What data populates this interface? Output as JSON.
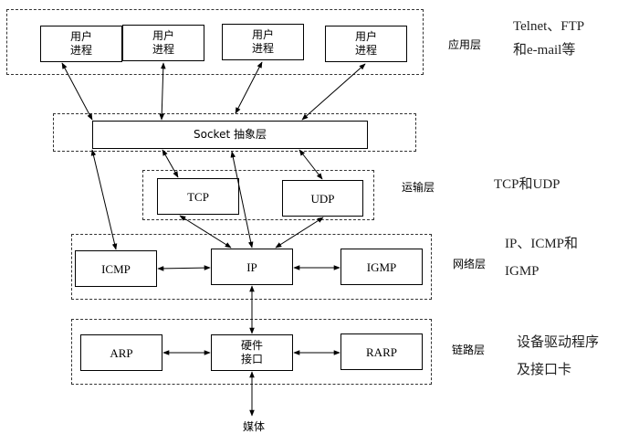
{
  "layers": [
    {
      "name": "应用层",
      "note": [
        "Telnet、FTP",
        "和e-mail等"
      ]
    },
    {
      "name": "运输层",
      "note": [
        "TCP和UDP"
      ]
    },
    {
      "name": "网络层",
      "note": [
        "IP、ICMP和",
        "IGMP"
      ]
    },
    {
      "name": "链路层",
      "note": [
        "设备驱动程序",
        "及接口卡"
      ]
    }
  ],
  "boxes": {
    "user_process": [
      "用户\n进程",
      "用户\n进程",
      "用户\n进程",
      "用户\n进程"
    ],
    "socket": "Socket 抽象层",
    "tcp": "TCP",
    "udp": "UDP",
    "icmp": "ICMP",
    "ip": "IP",
    "igmp": "IGMP",
    "arp": "ARP",
    "hw": "硬件\n接口",
    "rarp": "RARP"
  },
  "media": "媒体"
}
